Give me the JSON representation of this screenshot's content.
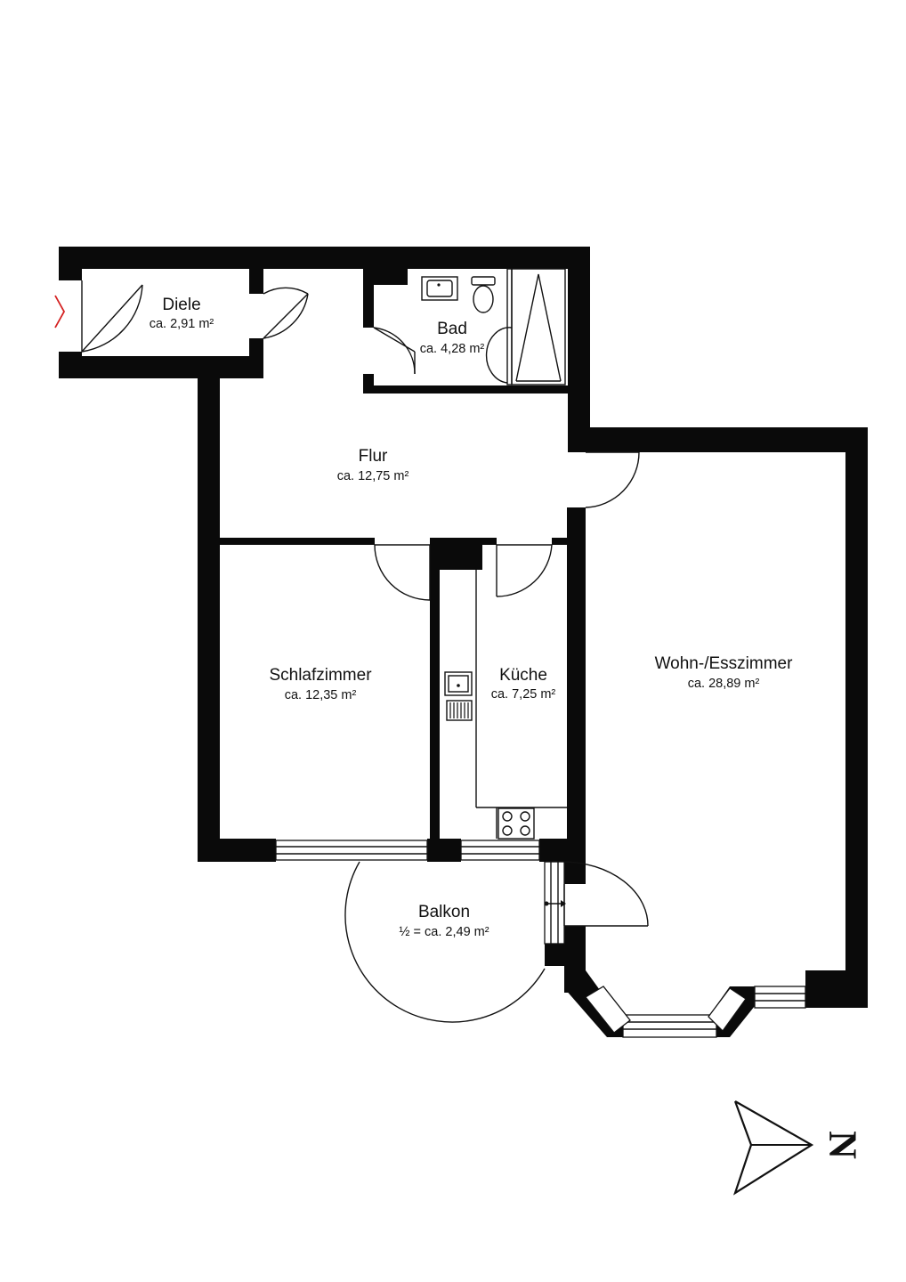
{
  "rooms": {
    "diele": {
      "name": "Diele",
      "area": "ca. 2,91 m²"
    },
    "bad": {
      "name": "Bad",
      "area": "ca. 4,28 m²"
    },
    "flur": {
      "name": "Flur",
      "area": "ca. 12,75 m²"
    },
    "schlafzimmer": {
      "name": "Schlafzimmer",
      "area": "ca. 12,35 m²"
    },
    "kueche": {
      "name": "Küche",
      "area": "ca. 7,25 m²"
    },
    "wohn": {
      "name": "Wohn-/Esszimmer",
      "area": "ca. 28,89 m²"
    },
    "balkon": {
      "name": "Balkon",
      "area": "½ = ca. 2,49 m²"
    }
  },
  "compass": {
    "letter": "N"
  },
  "colors": {
    "wall": "#0a0a0a",
    "entrance_marker": "#d42020",
    "background": "#ffffff"
  },
  "icons": [
    "entrance-arrow-icon",
    "north-arrow-icon",
    "washbasin-icon",
    "toilet-icon",
    "shower-icon",
    "sink-icon",
    "stove-icon"
  ]
}
